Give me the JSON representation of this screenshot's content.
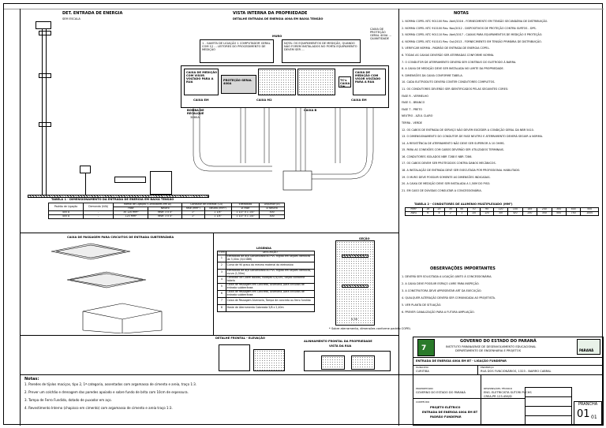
{
  "drawing": {
    "det_title": "DET. ENTRADA DE ENERGIA",
    "det_scale": "SEM ESCALA",
    "vista_title": "VISTA INTERNA DA PROPRIEDADE",
    "vista_subtitle": "DETALHE ENTRADA DE ENERGIA 400A EM BAIXA TENSÃO",
    "vista_box_left": "1 - GAVETA DE LIGAÇÃO 1 COMPUTADOR GERAL COM 12 ... LEITORES DO PROCEDIMENTO DE MEDIÇÃO",
    "vista_box_right": "NOTA: OS EQUIPAMENTOS DE MEDIÇÃO, QUANDO NÃO FOREM INSTALADOS NO PORTA EQUIPAMENTO DEVEM SER ...",
    "right_note": "CAIXA DE PROTEÇÃO GERAL 400A ... QUANTIDADE",
    "label_caixa_medicao_left": "CAIXA DE MEDIÇÃO COM VISOR VOLTADO PARA A RUA",
    "label_caixa_medicao_right": "CAIXA DE MEDIÇÃO COM VISOR VOLTADO PARA A RUA",
    "label_protecao": "PROTEÇÃO GERAL 400A",
    "label_tc": "TC's CAIXA TW",
    "label_caixa_em_left": "CAIXA EM",
    "label_caixa_m2": "CAIXA M2",
    "label_caixa_em_right": "CAIXA EM",
    "label_caixa_b": "CAIXA B",
    "label_muro": "MURO",
    "label_bomba": "BOMBA DE RECALQUE",
    "label_bomba_sub": "3X60A"
  },
  "table1": {
    "title": "TABELA 1 - DIMENSIONAMENTO DA ENTRADA DE ENERGIA EM BAIXA TENSÃO",
    "headers": [
      "Padrão de Ligação",
      "Demanda (kVA)",
      "Ramal de Ligação (Condutores em Al)",
      "Condutor de Entrada (Cu)",
      "Eletroduto",
      "Disjuntor (A)"
    ],
    "subheaders": [
      "Fase",
      "Neutro",
      "Fase (mm²)",
      "Neutro (mm²)",
      "Ø Fase",
      "Ø Neutro"
    ],
    "rows": [
      [
        "-",
        "-",
        "-",
        "-",
        "-",
        "-",
        "-",
        "-"
      ],
      [
        "400 A",
        "-",
        "3x 120 mm²",
        "Fase: 3 x 4\"",
        "1\"",
        "1 1/4\"",
        "1 1/2\" x 1 1/4\"",
        "400"
      ],
      [
        "400 A",
        "-",
        "120 mm²",
        "Fase: 3 x 4\"",
        "1\"",
        "1 1/4\"",
        "1 1/2\" x 1 1/4\"",
        "400"
      ]
    ]
  },
  "table2": {
    "title": "TABELA 2 - CONDUTORES DE ALUMÍNIO MULTIPLEXADO (MM²)",
    "row_labels": [
      "mm²",
      "AWG"
    ],
    "values": [
      "16",
      "25",
      "35",
      "50",
      "70",
      "95",
      "120",
      "150",
      "185",
      "240",
      "300",
      "400",
      "500"
    ],
    "awg": [
      "6",
      "4",
      "2",
      "1",
      "1/0",
      "2/0",
      "3/0",
      "4/0",
      "250",
      "350",
      "500",
      "750",
      "1000"
    ]
  },
  "notes": {
    "title": "NOTAS",
    "items": [
      "1. NORMA COPEL NTC 901100 Rev. Abril/2016 - FORNECIMENTO EM TENSÃO SECUNDÁRIA DE DISTRIBUIÇÃO.",
      "2. NORMA COPEL NTC 910100 Rev. Nov/2012 - DISPOSITIVOS DE PROTEÇÃO CONTRA SURTOS - DPS.",
      "3. NORMA COPEL NTC 901110 Rev. Abril/2017 - CAIXAS PARA EQUIPAMENTOS DE MEDIÇÃO E PROTEÇÃO.",
      "4. NORMA COPEL NTC 910101 Rev. Out/2013 - FORNECIMENTO EM TENSÃO PRIMÁRIA DE DISTRIBUIÇÃO.",
      "5. VERIFICAR NORMA - PADRÃO DE ENTRADA DE ENERGIA COPEL.",
      "6. TODAS AS CAIXAS DEVERÃO SER ATERRADAS CONFORME NORMA.",
      "7. O CONDUTOR DE ATERRAMENTO DEVERÁ SER CONTÍNUO DO ELETRODO À BARRA.",
      "8. A CAIXA DE MEDIÇÃO DEVE SER INSTALADA NO LIMITE DA PROPRIEDADE.",
      "9. DIMENSÕES DA CAIXA CONFORME TABELA.",
      "10. CADA ELETRODUTO DEVERÁ CONTER CONDUTORES COMPLETOS.",
      "11. OS CONDUTORES DEVERÃO SER IDENTIFICADOS PELAS SEGUINTES CORES:",
      "    FASE R - VERMELHO",
      "    FASE S - BRANCO",
      "    FASE T - PRETO",
      "    NEUTRO - AZUL CLARO",
      "    TERRA - VERDE",
      "12. OS CABOS DE ENTRADA DE SERVIÇO NÃO DEVEM EXCEDER A CONDIÇÃO GERAL DA NBR 5410.",
      "13. O DIMENSIONAMENTO DO CONDUTOR DE FASE NEUTRO E ATERRAMENTO DEVERÁ SEGUIR A NORMA.",
      "14. A RESISTÊNCIA DE ATERRAMENTO NÃO DEVE SER SUPERIOR A 10 OHMS.",
      "15. PARA AS CONEXÕES COM CABOS DEVERÃO SER UTILIZADOS TERMINAIS.",
      "16. CONDUTORES ISOLADOS NBR 7288 E NBR 7286.",
      "17. OS CABOS DEVEM SER PROTEGIDOS CONTRA DANOS MECÂNICOS.",
      "18. A INSTALAÇÃO DE ENTRADA DEVE SER EXECUTADA POR PROFISSIONAL HABILITADO.",
      "19. O MURO DEVE POSSUIR SOMENTE AS DIMENSÕES INDICADAS.",
      "20. A CAIXA DE MEDIÇÃO DEVE SER INSTALADA A 1,50M DO PISO.",
      "21. EM CASO DE DÚVIDAS CONSULTAR A CONCESSIONÁRIA."
    ],
    "obs_title": "OBSERVAÇÕES IMPORTANTES",
    "obs_items": [
      "1. DEVERÁ SER SOLICITADA A LIGAÇÃO JUNTO À CONCESSIONÁRIA.",
      "2. A CAIXA DEVE POSSUIR ESPAÇO LIVRE PARA INSPEÇÃO.",
      "3. A CONSTRUTORA DEVE APRESENTAR ART DA EXECUÇÃO.",
      "4. QUALQUER ALTERAÇÃO DEVERÁ SER COMUNICADA AO PROJETISTA.",
      "5. VER PLANTA DE SITUAÇÃO.",
      "6. PREVER CANALIZAÇÃO PARA A FUTURA AMPLIAÇÃO."
    ]
  },
  "caixa_passagem": {
    "title": "CAIXA DE PASSAGEM PARA CIRCUITOS DE ENTRADA SUBTERRÂNEA"
  },
  "legend": {
    "title": "LEGENDA",
    "col_item": "ITEM",
    "col_desc": "DESCRIÇÃO",
    "items": [
      [
        "1",
        "Eletroduto de aço Galvanizado ou PVC Rígido em seções idênticas de 3,00m (3/4 NBR)"
      ],
      [
        "2",
        "Curva de 90 graus do mesmo material do eletroduto"
      ],
      [
        "3",
        "Eletroduto de aço Galvanizado ou PVC Rígido em seções idênticas, curva (1,50m)"
      ],
      [
        "4",
        "Condutor de Cobre Isolado, Isolação 0,6/1kV, Seção conforme tabela"
      ],
      [
        "5",
        "Caixa de Passagem em Concreto, Alvenaria, para circuitos de entrada subterrânea"
      ],
      [
        "6",
        "Caixa de Passagem em Concreto, Alvenaria, para circuitos de entrada subterrânea"
      ],
      [
        "7",
        "Caixa de Passagem Alvenaria, Tampa de concreto ou ferro fundido"
      ],
      [
        "8",
        "Haste de Aterramento Cobreada 5/8 x 2,40m"
      ]
    ]
  },
  "section": {
    "label_top": "SEÇÃO",
    "label_dim": "0,30",
    "note": "* Sobre aterramento, dimensões conforme padrão COPEL"
  },
  "bottom_details": {
    "left_title": "DETALHE FRONTAL - ELEVAÇÃO",
    "right_title": "ALINHAMENTO FRONTAL DA PROPRIEDADE",
    "right_subtitle": "VISTA DA RUA"
  },
  "bottom_notes": {
    "title": "Notas:",
    "items": [
      "1. Paredes de tijolos maciços, tipo 2, 1ª categoria, assentados com argamassa de cimento e areia, traço 1:3.",
      "2. Prever um colchão e drenagem das paredes apoiado e sobre fundo de brita com 10cm de espessura.",
      "3. Tampa de Ferro Fundido, dotado de puxador em aço.",
      "4. Revestimento Interno (chapisco em cimento) com argamassa de cimento e areia traço 1:3."
    ]
  },
  "titleblock": {
    "gov_title": "GOVERNO DO ESTADO DO PARANÁ",
    "gov_sub1": "INSTITUTO PARANAENSE DE DESENVOLVIMENTO EDUCACIONAL",
    "gov_sub2": "DEPARTAMENTO DE ENGENHARIA E PROJETOS",
    "parana_logo_text": "PARANÁ",
    "project_title": "ENTRADA DE ENERGIA 400A EM BT - LIGAÇÃO FUNDEPAR",
    "label_municipio": "MUNICÍPIO",
    "municipio": "CURITIBA",
    "label_endereco": "ENDEREÇO",
    "endereco": "RUA DOS FUNCIONÁRIOS, 1323 - BAIRRO CABRAL",
    "label_proprietario": "PROPRIETÁRIO",
    "proprietario": "GOVERNO DO ESTADO DO PARANÁ",
    "label_responsavel": "RESPONSÁVEL TÉCNICO",
    "responsavel": "ENG. ELETRICISTA SUTORI PUCHS",
    "crea": "CREA-PR 123.456/D",
    "label_conteudo": "CONTEÚDO",
    "conteudo1": "PROJETO ELÉTRICO",
    "conteudo2": "ENTRADA DE ENERGIA 400A EM BT",
    "conteudo3": "PADRÃO FUNDEPAR",
    "label_prancha": "PRANCHA",
    "prancha": "01",
    "prancha_total": "01"
  }
}
